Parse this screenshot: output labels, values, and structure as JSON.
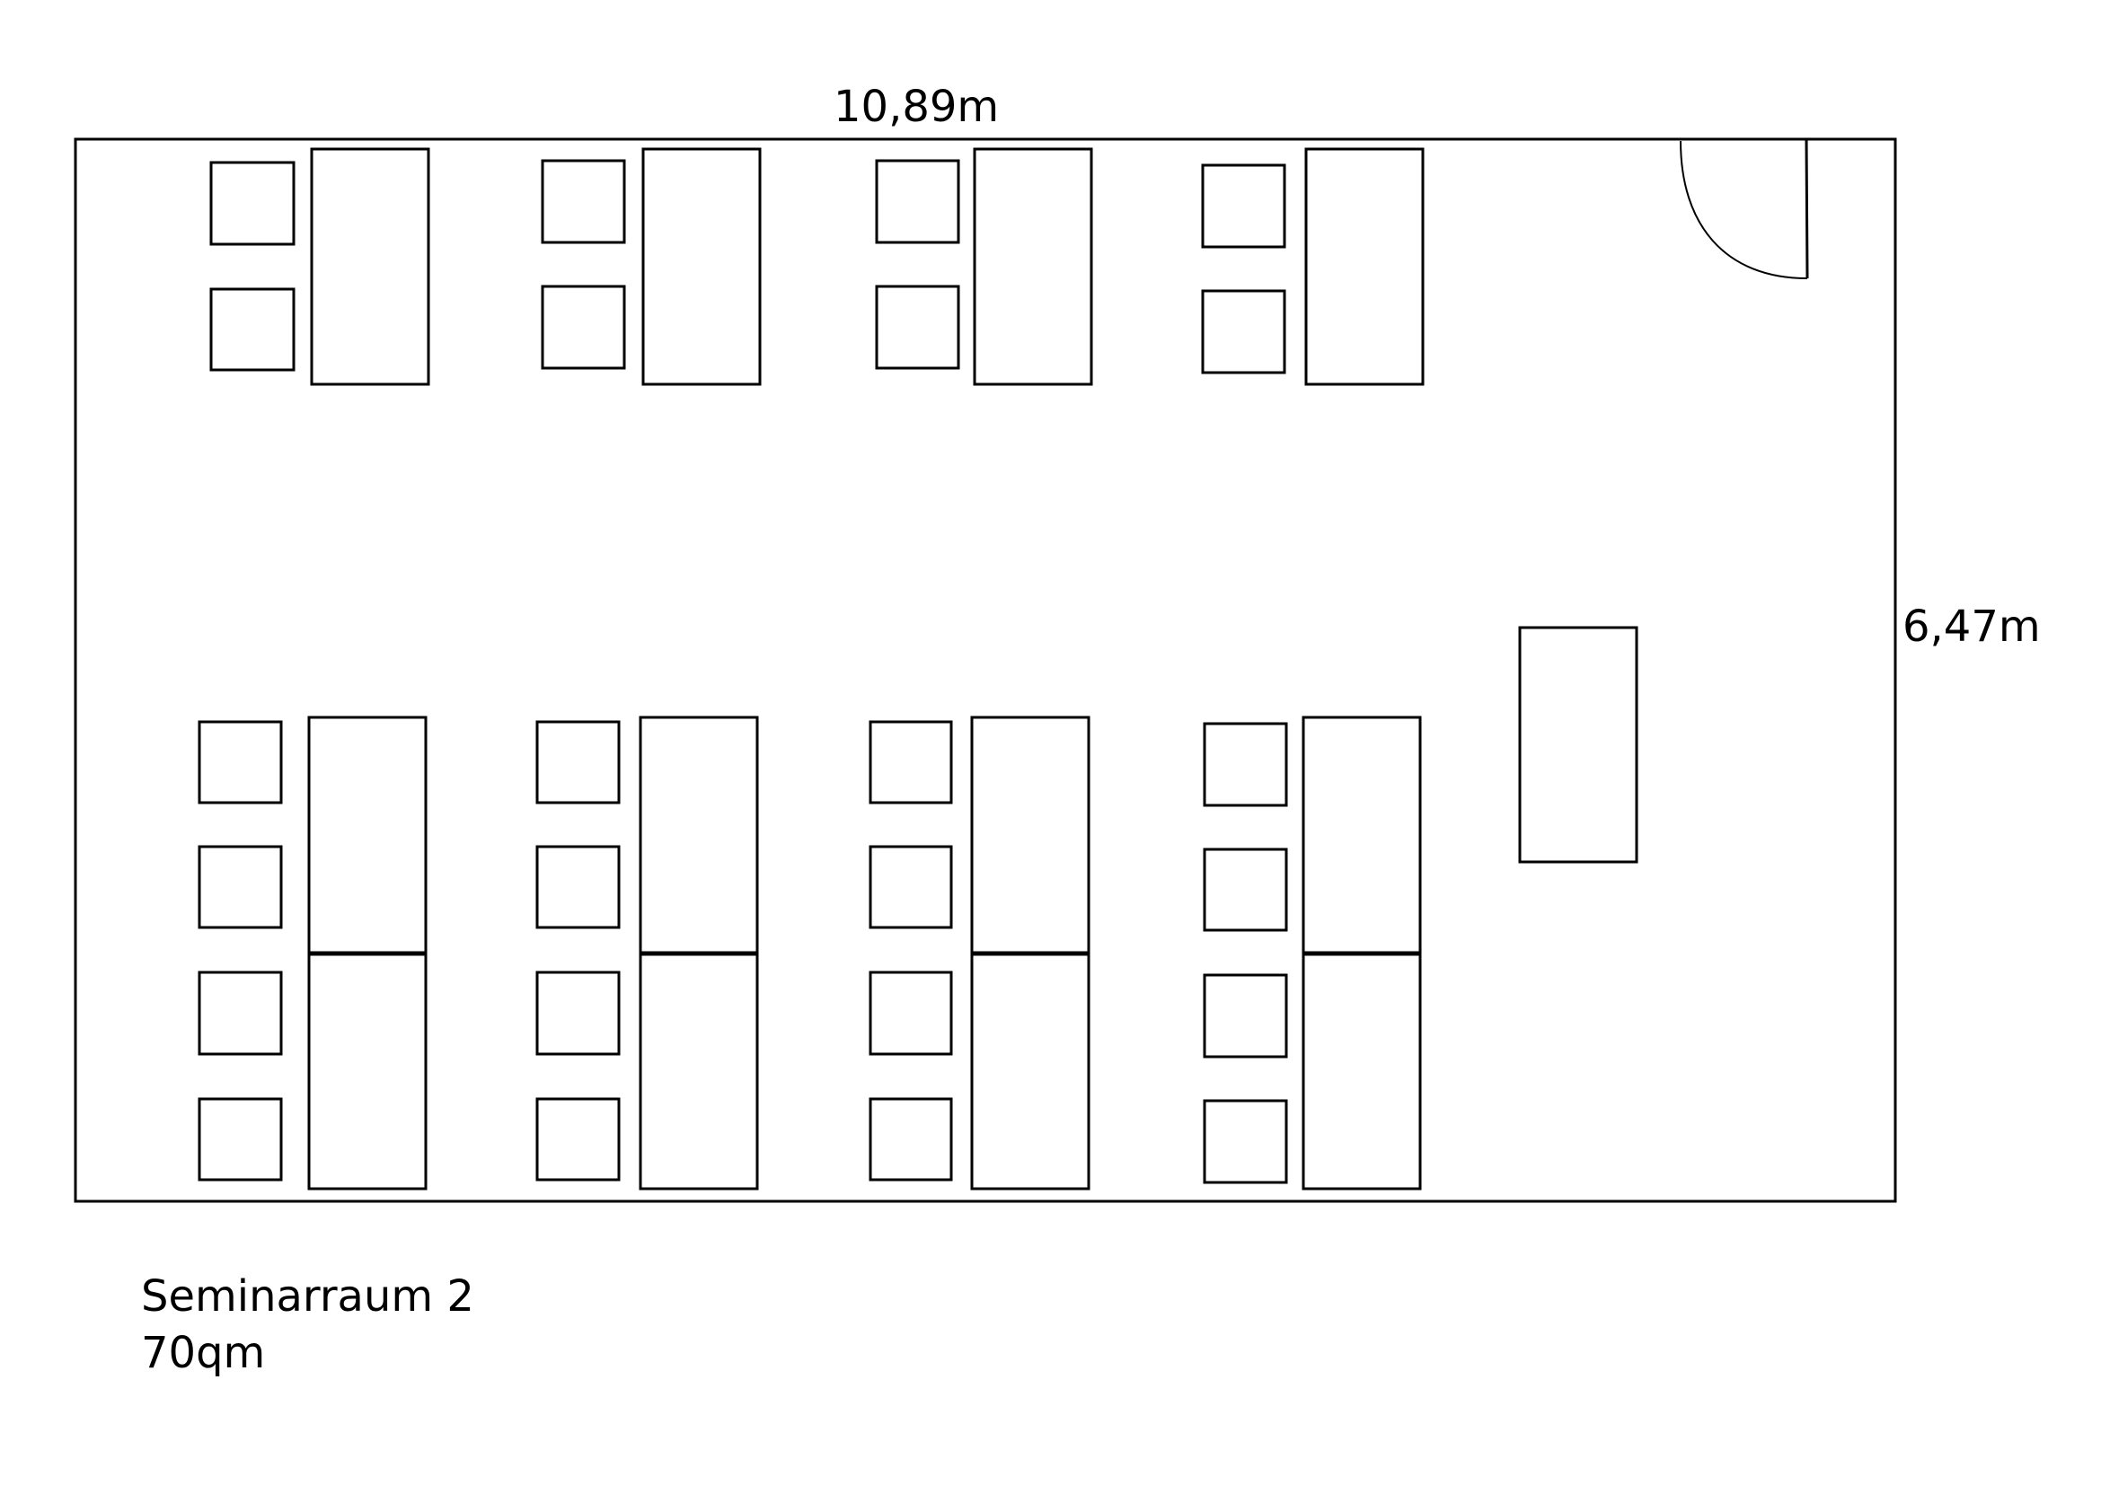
{
  "floorplan": {
    "width_label": "10,89m",
    "height_label": "6,47m",
    "room_name": "Seminarraum 2",
    "room_area": "70qm",
    "line_color": "#000000",
    "background_color": "#ffffff",
    "front_rows": {
      "groups": 4,
      "chairs_per_group": 2,
      "tables_per_group": 1
    },
    "back_rows": {
      "groups": 4,
      "chairs_per_group": 4,
      "tables_per_group": 2
    },
    "lectern": 1,
    "door": 1
  }
}
